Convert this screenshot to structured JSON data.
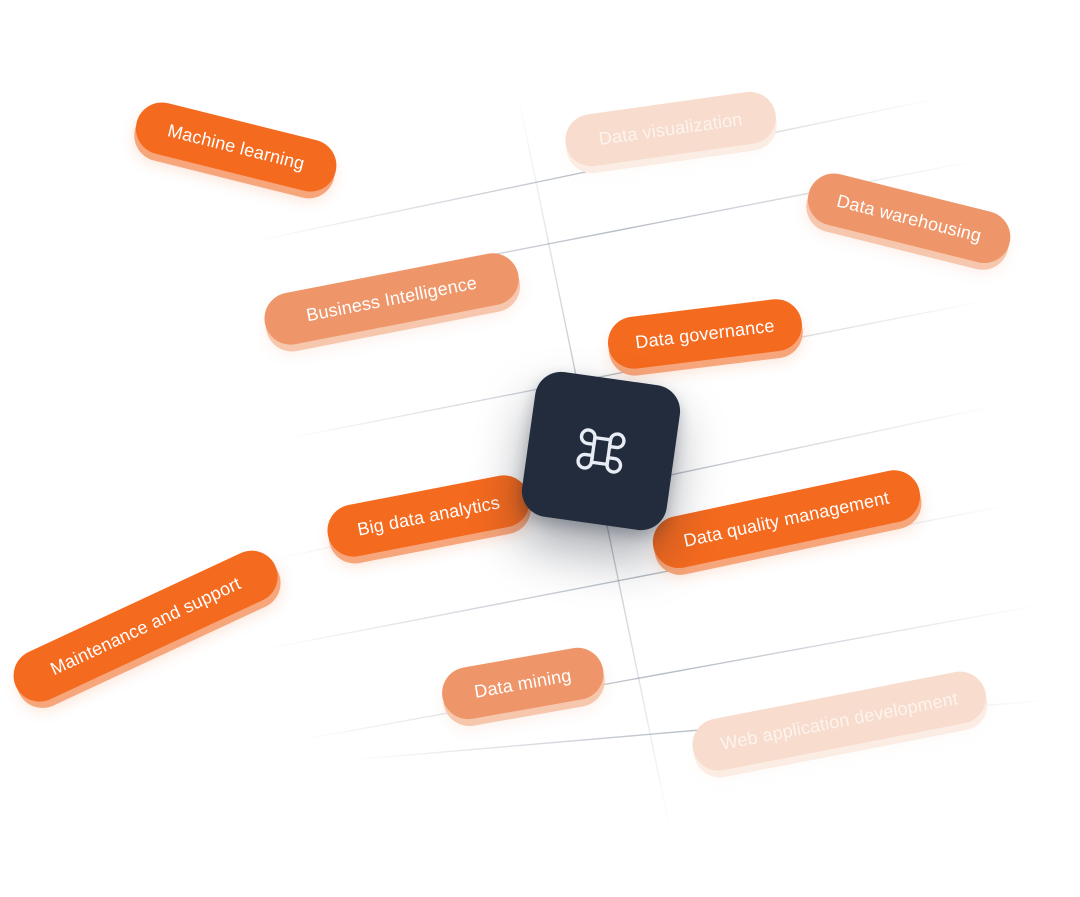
{
  "tags": [
    {
      "id": "machine-learning",
      "label": "Machine learning",
      "tone": "solid"
    },
    {
      "id": "data-visualization",
      "label": "Data visualization",
      "tone": "light"
    },
    {
      "id": "data-warehousing",
      "label": "Data warehousing",
      "tone": "mid"
    },
    {
      "id": "business-intelligence",
      "label": "Business Intelligence",
      "tone": "mid"
    },
    {
      "id": "data-governance",
      "label": "Data governance",
      "tone": "solid"
    },
    {
      "id": "big-data-analytics",
      "label": "Big data analytics",
      "tone": "solid"
    },
    {
      "id": "data-quality-management",
      "label": "Data quality management",
      "tone": "solid"
    },
    {
      "id": "maintenance-and-support",
      "label": "Maintenance and support",
      "tone": "solid"
    },
    {
      "id": "data-mining",
      "label": "Data mining",
      "tone": "mid"
    },
    {
      "id": "web-application-development",
      "label": "Web application development",
      "tone": "light"
    }
  ],
  "center": {
    "icon": "command-key-icon"
  },
  "colors": {
    "accent": "#f46a1f",
    "accent_mid": "#ee9669",
    "accent_light": "#f8dccd",
    "tile": "#222c3d",
    "grid": "#5d6b80"
  }
}
